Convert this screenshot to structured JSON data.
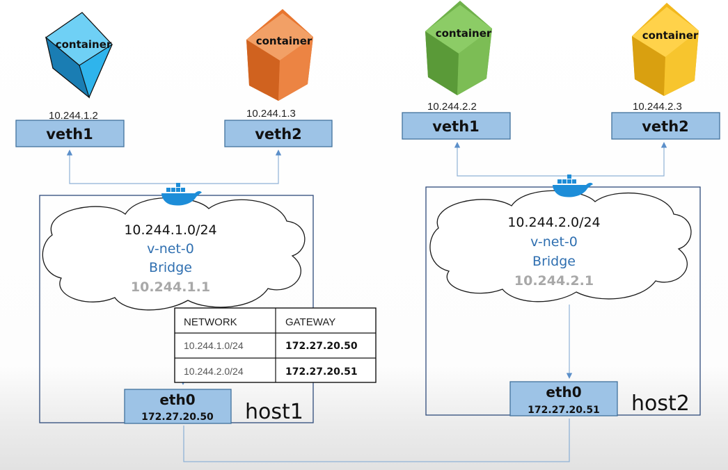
{
  "hosts": [
    {
      "name": "host1",
      "containers": [
        {
          "label": "container",
          "ip": "10.244.1.2",
          "color": "#2fb4ec",
          "veth": "veth1"
        },
        {
          "label": "container",
          "ip": "10.244.1.3",
          "color": "#e8752e",
          "veth": "veth2"
        }
      ],
      "bridge": {
        "cidr": "10.244.1.0/24",
        "name": "v-net-0",
        "type": "Bridge",
        "ip": "10.244.1.1"
      },
      "eth": {
        "name": "eth0",
        "ip": "172.27.20.50"
      }
    },
    {
      "name": "host2",
      "containers": [
        {
          "label": "container",
          "ip": "10.244.2.2",
          "color": "#6fb14a",
          "veth": "veth1"
        },
        {
          "label": "container",
          "ip": "10.244.2.3",
          "color": "#f2b81c",
          "veth": "veth2"
        }
      ],
      "bridge": {
        "cidr": "10.244.2.0/24",
        "name": "v-net-0",
        "type": "Bridge",
        "ip": "10.244.2.1"
      },
      "eth": {
        "name": "eth0",
        "ip": "172.27.20.51"
      }
    }
  ],
  "route_table": {
    "headers": [
      "NETWORK",
      "GATEWAY"
    ],
    "rows": [
      {
        "network": "10.244.1.0/24",
        "gateway": "172.27.20.50"
      },
      {
        "network": "10.244.2.0/24",
        "gateway": "172.27.20.51"
      }
    ]
  },
  "icons": {
    "bridge": "docker-whale-icon",
    "container": "cube-icon"
  },
  "colors": {
    "box_fill": "#9dc3e6",
    "box_stroke": "#41719c",
    "line": "#7aa3cc",
    "host_border": "#2e4a7a"
  }
}
